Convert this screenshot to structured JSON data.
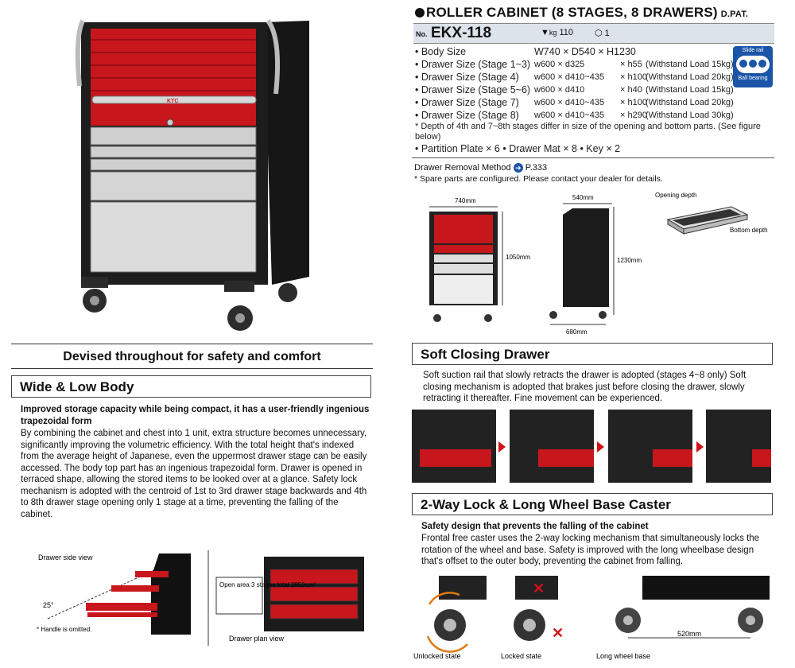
{
  "colors": {
    "red": "#c8161d",
    "dark": "#1b1b1b",
    "silver": "#c8c8c8",
    "blue": "#1a55a8",
    "band": "#dde3ea"
  },
  "product_badge": {
    "brand": "KTC"
  },
  "header": {
    "title": "ROLLER CABINET (8 STAGES, 8 DRAWERS)",
    "design_patent": "D.PAT.",
    "no_label": "No.",
    "model": "EKX-118",
    "weight_unit": "kg",
    "weight": "110",
    "quantity": "1"
  },
  "specs": [
    {
      "label": "• Body Size",
      "size": "W740 × D540 × H1230",
      "h": "",
      "load": ""
    },
    {
      "label": "• Drawer Size (Stage 1~3)",
      "size": "w600 × d325",
      "h": "× h55",
      "load": "(Withstand Load 15kg)"
    },
    {
      "label": "• Drawer Size (Stage 4)",
      "size": "w600 × d410~435",
      "h": "× h100",
      "load": "(Withstand Load 20kg)"
    },
    {
      "label": "• Drawer Size (Stage 5~6)",
      "size": "w600 × d410",
      "h": "× h40",
      "load": "(Withstand Load 15kg)"
    },
    {
      "label": "• Drawer Size (Stage 7)",
      "size": "w600 × d410~435",
      "h": "× h100",
      "load": "(Withstand Load 20kg)"
    },
    {
      "label": "• Drawer Size (Stage 8)",
      "size": "w600 × d410~435",
      "h": "× h290",
      "load": "(Withstand Load 30kg)"
    }
  ],
  "spec_note": "* Depth of 4th and 7~8th stages differ in size of the opening and bottom parts. (See figure below)",
  "accessories": "• Partition Plate × 6 • Drawer Mat × 8 • Key × 2",
  "rail_badge": {
    "top": "Slide rail",
    "bottom": "Ball bearing"
  },
  "removal": {
    "label": "Drawer Removal Method",
    "page": "P.333"
  },
  "spare_note": "* Spare parts are configured. Please contact your dealer for details.",
  "dims": {
    "front_width": "740mm",
    "front_height": "1050mm",
    "side_depth": "540mm",
    "side_height": "1230mm",
    "side_base": "680mm",
    "opening_depth": "Opening depth",
    "bottom_depth": "Bottom depth"
  },
  "left": {
    "tagline": "Devised throughout for safety and comfort",
    "section_title": "Wide & Low Body",
    "lead": "Improved storage capacity while being compact, it has a user-friendly ingenious trapezoidal form",
    "body": "By combining the cabinet and chest into 1 unit, extra structure becomes unnecessary, significantly improving the volumetric efficiency. With the total height that's indexed from the average height of Japanese, even the uppermost drawer stage can be easily accessed. The body top part has an ingenious trapezoidal form. Drawer is opened in terraced shape, allowing the stored items to be looked over at a glance. Safety lock mechanism is adopted with the centroid of 1st to 3rd drawer stage backwards and 4th to 8th drawer stage opening only 1 stage at a time, preventing the falling of the cabinet.",
    "side_view_label": "Drawer side view",
    "angle": "25°",
    "handle_note": "* Handle is omitted.",
    "open_area": "Open area 3 stages total 2850cm²",
    "plan_view_label": "Drawer plan view"
  },
  "soft": {
    "title": "Soft Closing Drawer",
    "body": "Soft suction rail that slowly retracts the drawer is adopted (stages 4~8 only) Soft closing mechanism is adopted that brakes just before closing the drawer, slowly retracting it thereafter. Fine movement can be experienced."
  },
  "lock": {
    "title": "2-Way Lock & Long Wheel Base Caster",
    "lead": "Safety design that prevents the falling of the cabinet",
    "body": "Frontal free caster uses the 2-way locking mechanism that simultaneously locks the rotation of the wheel and base. Safety is improved with the long wheelbase design that's offset to the outer body, preventing the cabinet from falling.",
    "cap1": "Unlocked state",
    "cap2": "Locked state",
    "cap3": "Long wheel base",
    "wheelbase": "520mm"
  }
}
